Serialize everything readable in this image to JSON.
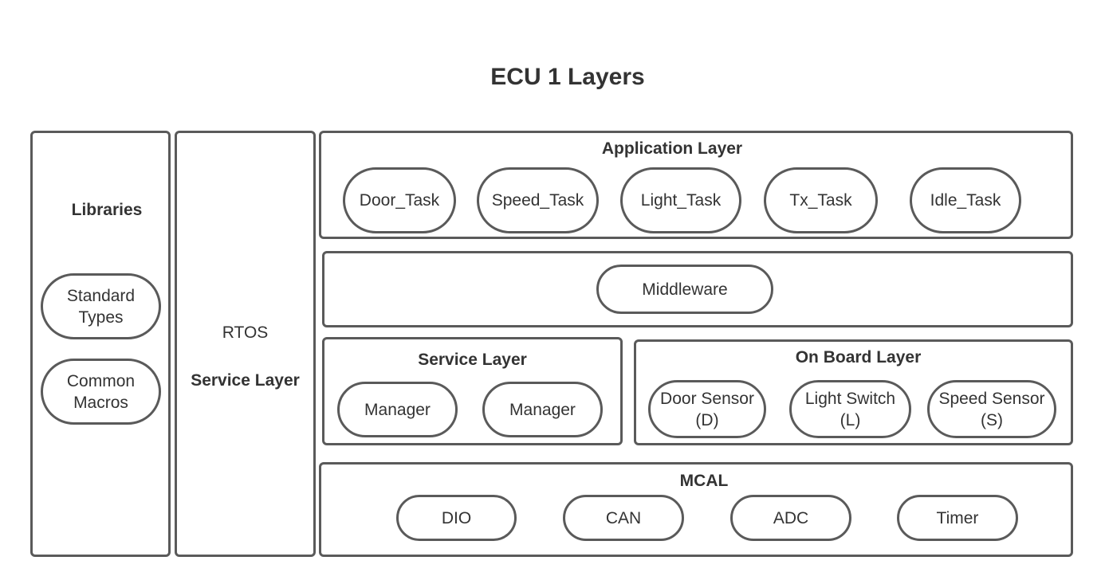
{
  "title": "ECU 1 Layers",
  "libraries": {
    "title": "Libraries",
    "items": [
      {
        "line1": "Standard",
        "line2": "Types"
      },
      {
        "line1": "Common",
        "line2": "Macros"
      }
    ]
  },
  "rtos": {
    "label": "RTOS",
    "sublabel": "Service Layer"
  },
  "application_layer": {
    "title": "Application Layer",
    "tasks": [
      "Door_Task",
      "Speed_Task",
      "Light_Task",
      "Tx_Task",
      "Idle_Task"
    ]
  },
  "middleware": {
    "label": "Middleware"
  },
  "service_layer": {
    "title": "Service Layer",
    "items": [
      "Manager",
      "Manager"
    ]
  },
  "on_board_layer": {
    "title": "On Board Layer",
    "items": [
      {
        "line1": "Door Sensor",
        "line2": "(D)"
      },
      {
        "line1": "Light Switch",
        "line2": "(L)"
      },
      {
        "line1": "Speed Sensor",
        "line2": "(S)"
      }
    ]
  },
  "mcal": {
    "title": "MCAL",
    "items": [
      "DIO",
      "CAN",
      "ADC",
      "Timer"
    ]
  }
}
